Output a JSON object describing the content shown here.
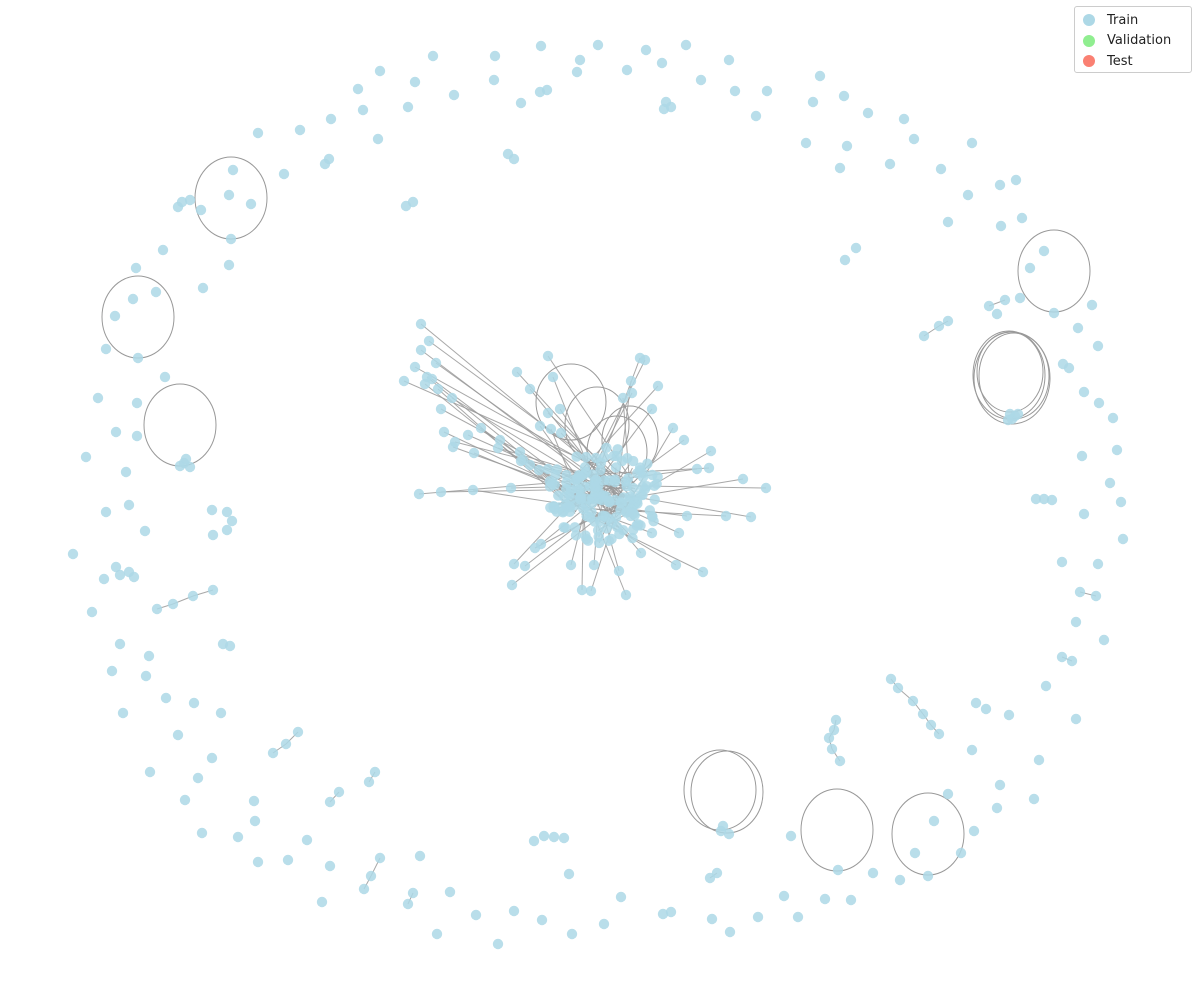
{
  "legend": {
    "items": [
      {
        "label": "Train",
        "color": "#add8e6"
      },
      {
        "label": "Validation",
        "color": "#90ee90"
      },
      {
        "label": "Test",
        "color": "#fa8072"
      }
    ]
  },
  "colors": {
    "node": "#add8e6",
    "edge": "#999999"
  },
  "graph": {
    "node_split": "train",
    "shown_splits": [
      "train"
    ],
    "structure": "one dense hub cluster with many radiating edges, surrounded by a ring of isolated nodes, short chains and self-loops"
  }
}
